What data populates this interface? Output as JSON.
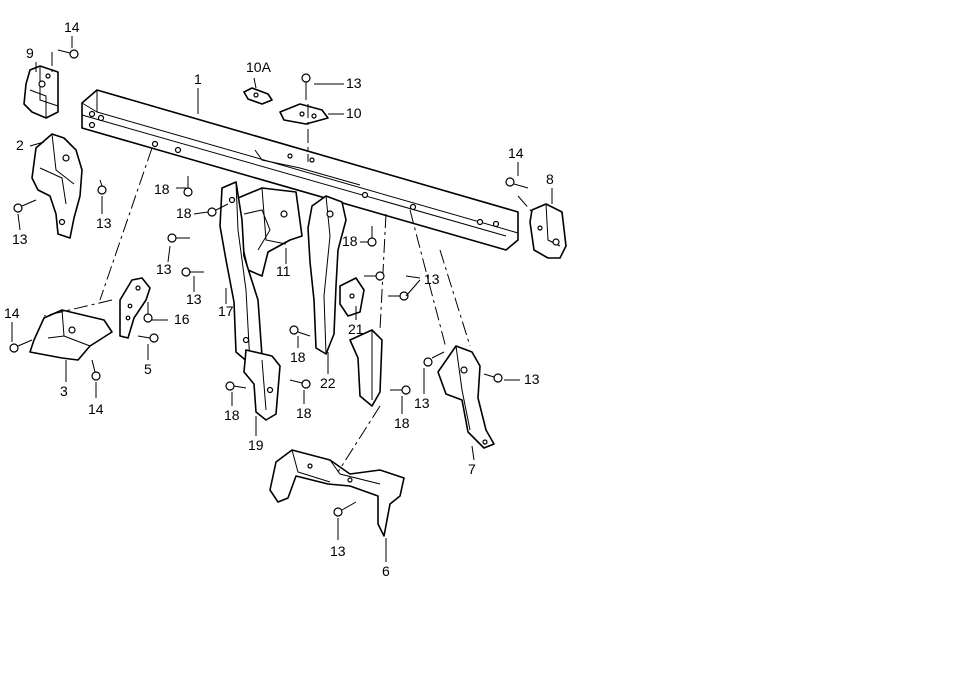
{
  "callouts": [
    {
      "id": "c1",
      "text": "1"
    },
    {
      "id": "c2",
      "text": "2"
    },
    {
      "id": "c3",
      "text": "3"
    },
    {
      "id": "c5",
      "text": "5"
    },
    {
      "id": "c6",
      "text": "6"
    },
    {
      "id": "c7",
      "text": "7"
    },
    {
      "id": "c8",
      "text": "8"
    },
    {
      "id": "c9",
      "text": "9"
    },
    {
      "id": "c10",
      "text": "10"
    },
    {
      "id": "c10a",
      "text": "10A"
    },
    {
      "id": "c11",
      "text": "11"
    },
    {
      "id": "c13",
      "text": "13"
    },
    {
      "id": "c14",
      "text": "14"
    },
    {
      "id": "c16",
      "text": "16"
    },
    {
      "id": "c17",
      "text": "17"
    },
    {
      "id": "c18",
      "text": "18"
    },
    {
      "id": "c19",
      "text": "19"
    },
    {
      "id": "c21",
      "text": "21"
    },
    {
      "id": "c22",
      "text": "22"
    }
  ]
}
